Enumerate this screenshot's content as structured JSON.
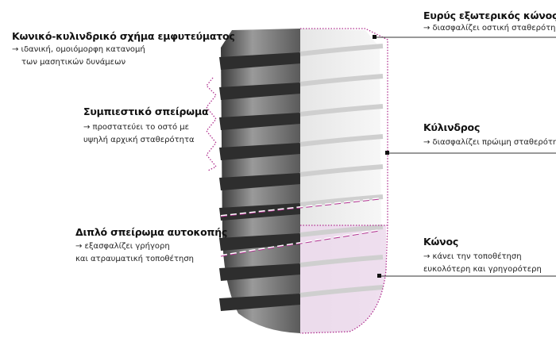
{
  "labels": [
    {
      "title": "Κωνικό-κυλινδρικό σχήμα εμφυτεύματος",
      "lines": [
        "→ ιδανική, ομοιόμορφη κατανομή",
        "των μασητικών δυνάμεων"
      ]
    },
    {
      "title": "Συμπιεστικό σπείρωμα",
      "lines": [
        "→ προστατεύει το οστό με",
        "υψηλή αρχική σταθερότητα"
      ]
    },
    {
      "title": "Διπλό σπείρωμα αυτοκοπής",
      "lines": [
        "→ εξασφαλίζει γρήγορη",
        "και ατραυματική τοποθέτηση"
      ]
    },
    {
      "title": "Ευρύς εξωτερικός κώνος",
      "lines": [
        "→ διασφαλίζει οστική σταθερότητα"
      ]
    },
    {
      "title": "Κύλινδρος",
      "lines": [
        "→ διασφαλίζει πρώιμη σταθερότητα"
      ]
    },
    {
      "title": "Κώνος",
      "lines": [
        "→ κάνει την τοποθέτηση",
        "ευκολότερη και γρηγορότερη"
      ]
    }
  ],
  "colors": {
    "accent": "#b0308f",
    "pink_fill": "#efdcef"
  }
}
